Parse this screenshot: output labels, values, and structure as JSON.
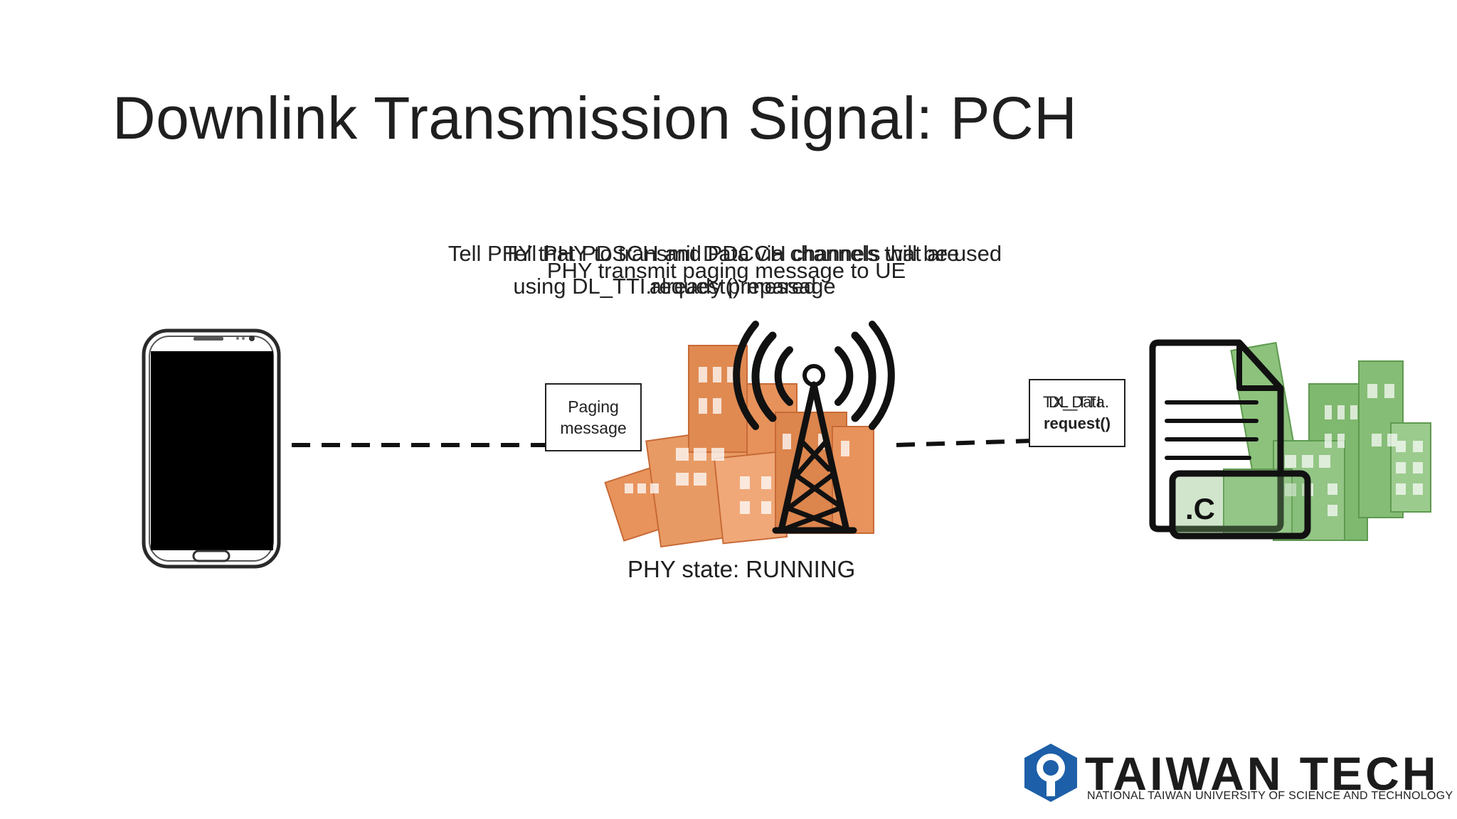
{
  "slide": {
    "title": "Downlink Transmission Signal: PCH",
    "overlapping_captions": {
      "line1_a": "Tell PHY that PDSCH and PDCCH channels will be used",
      "line1_b": "Tell PHY to transmit Data via channels that are",
      "line2": "PHY transmit paging message to UE",
      "line3_a": "using DL_TTI.request() message",
      "line3_b": "already prepared"
    },
    "paging_box": {
      "line1": "Paging",
      "line2": "message"
    },
    "request_box": {
      "line1_a": "TX_Data.",
      "line1_b": "DL_TTI.",
      "line2": "request()"
    },
    "phy_state": "PHY state: RUNNING",
    "server_label": ".C",
    "logo": {
      "name": "TAIWAN TECH",
      "subtitle": "NATIONAL TAIWAN UNIVERSITY OF SCIENCE AND TECHNOLOGY"
    }
  },
  "colors": {
    "building_orange": "#e8935c",
    "building_orange_dark": "#c86a36",
    "building_green": "#7fb86f",
    "building_green_dark": "#5e9a4f",
    "logo_blue": "#1d5fa8"
  },
  "icons": [
    "smartphone-icon",
    "cell-tower-icon",
    "city-buildings-icon",
    "code-file-icon",
    "server-buildings-icon",
    "taiwan-tech-logo-icon"
  ]
}
